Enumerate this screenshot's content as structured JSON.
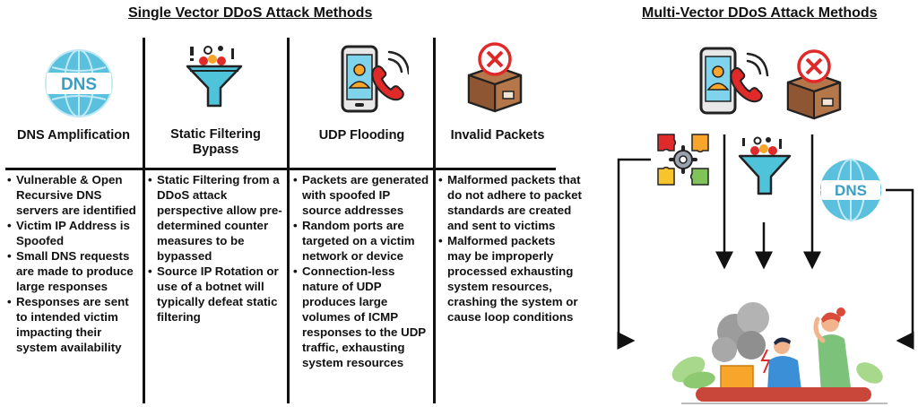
{
  "titles": {
    "single_vector": "Single Vector DDoS Attack Methods",
    "multi_vector": "Multi-Vector DDoS Attack Methods"
  },
  "columns": [
    {
      "heading": "DNS Amplification",
      "icon": "dns-globe-icon",
      "bullets": [
        "Vulnerable & Open Recursive DNS servers are identified",
        "Victim IP Address is Spoofed",
        "Small DNS requests are made to produce large responses",
        "Responses are sent to intended victim impacting their system availability"
      ]
    },
    {
      "heading": "Static Filtering Bypass",
      "icon": "filter-funnel-icon",
      "bullets": [
        "Static Filtering from a DDoS attack perspective allow pre-determined counter measures to be bypassed",
        "Source IP Rotation or use of a botnet will typically defeat static filtering"
      ]
    },
    {
      "heading": "UDP Flooding",
      "icon": "phone-call-icon",
      "bullets": [
        "Packets are generated with spoofed IP source addresses",
        "Random ports are targeted on a victim network or device",
        "Connection-less nature of UDP produces large volumes of ICMP responses to the UDP traffic, exhausting system resources"
      ]
    },
    {
      "heading": "Invalid Packets",
      "icon": "damaged-box-icon",
      "bullets": [
        "Malformed packets that do not adhere to packet standards are created and sent to victims",
        "Malformed packets may be improperly processed exhausting system resources, crashing the system or cause loop conditions"
      ]
    }
  ],
  "multi_vector": {
    "dns_label": "DNS",
    "icons": [
      "phone-call-icon",
      "damaged-box-icon",
      "puzzle-gear-icon",
      "filter-funnel-icon",
      "dns-globe-icon",
      "stressed-users-illustration"
    ]
  },
  "colors": {
    "globe": "#5bc0de",
    "funnel": "#4fc3d9",
    "box": "#b5774a",
    "red": "#e02a2a",
    "skin": "#f2b48c"
  }
}
